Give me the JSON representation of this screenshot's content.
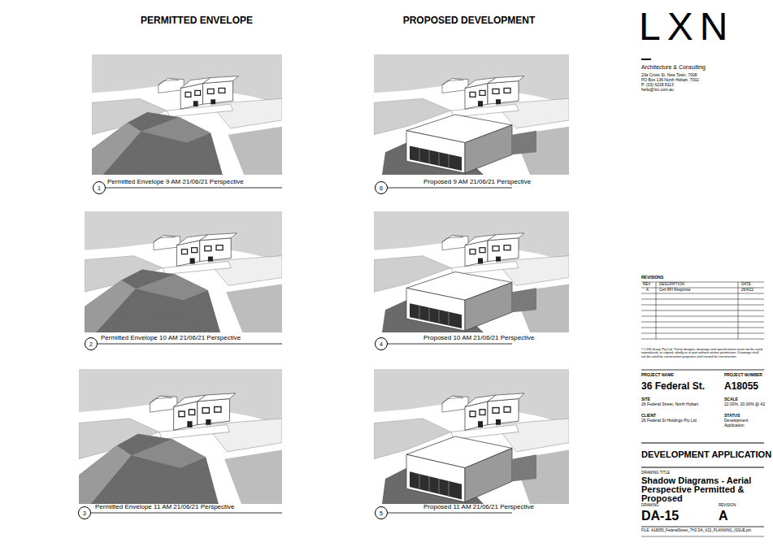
{
  "diagram": {
    "nodes": [
      {
        "text": [
          "1"
        ]
      },
      {
        "text": [
          "6"
        ]
      },
      {
        "text": [
          "2"
        ]
      },
      {
        "text": [
          "4"
        ]
      },
      {
        "text": [
          "3"
        ]
      },
      {
        "text": [
          "5"
        ]
      }
    ],
    "labels": [
      "PERMITTED ENVELOPE",
      "PROPOSED DEVELOPMENT",
      "Permitted Envelope 9 AM 21/06/21 Perspective",
      "Proposed 9 AM 21/06/21 Perspective",
      "Permitted Envelope 10 AM 21/06/21 Perspective",
      "Proposed 10 AM 21/06/21 Perspective",
      "Permitted Envelope 11 AM 21/06/21 Perspective",
      "Proposed 11 AM 21/06/21 Perspective",
      "LXN",
      "Architecture & Consulting",
      "23a Cross St, New Town, 7008",
      "PO Box 136 North Hobart, 7002",
      "P: (03) 6228 8113",
      "hello@lxn.com.au",
      "REVISIONS",
      "REV",
      "DESCRIPTION",
      "DATE",
      "A",
      "Cert RFI Response",
      "26/4/22",
      "© LXN Group Pty Ltd. These designs, drawings and specifications must not be used, reproduced, or copied, wholly or in part without written permission. Drawings shall not be used for construction purposes until issued for construction.",
      "PROJECT NAME",
      "PROJECT NUMBER",
      "36 Federal St.",
      "A18055",
      "SITE",
      "26 Federal Street, North Hobart",
      "SCALE",
      "22.00%, 20.00% @ A2",
      "CLIENT",
      "26 Federal St Holdings Pty Ltd",
      "STATUS",
      "Development Application",
      "DEVELOPMENT APPLICATION",
      "DRAWING TITLE",
      "Shadow Diagrams - Aerial Perspective Permitted & Proposed",
      "DRAWING",
      "REVISION",
      "DA-15",
      "A",
      "FILE",
      "A18055_FederalStreet_TH2 DA_V22_PLANNING_ISSUE.pln"
    ]
  }
}
